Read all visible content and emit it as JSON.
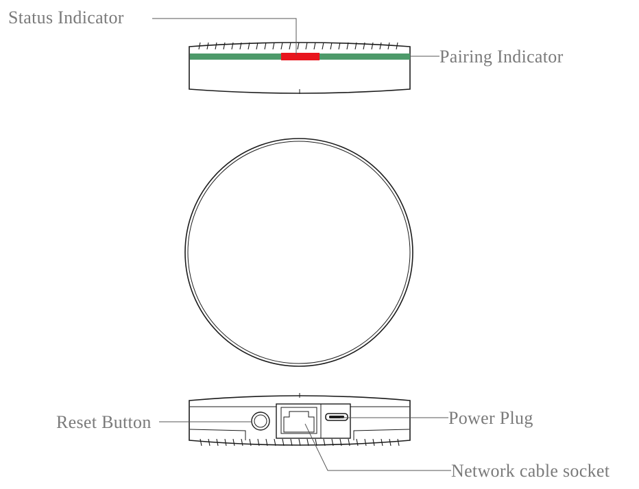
{
  "labels": {
    "status_indicator": "Status Indicator",
    "pairing_indicator": "Pairing Indicator",
    "reset_button": "Reset Button",
    "power_plug": "Power Plug",
    "network_cable_socket": "Network cable socket"
  },
  "colors": {
    "pairing_bar": "#4d9a6a",
    "status_light": "#e8151d",
    "outline": "#1a1a1a",
    "leader_line": "#555555",
    "label_text": "#7a7a7a"
  }
}
